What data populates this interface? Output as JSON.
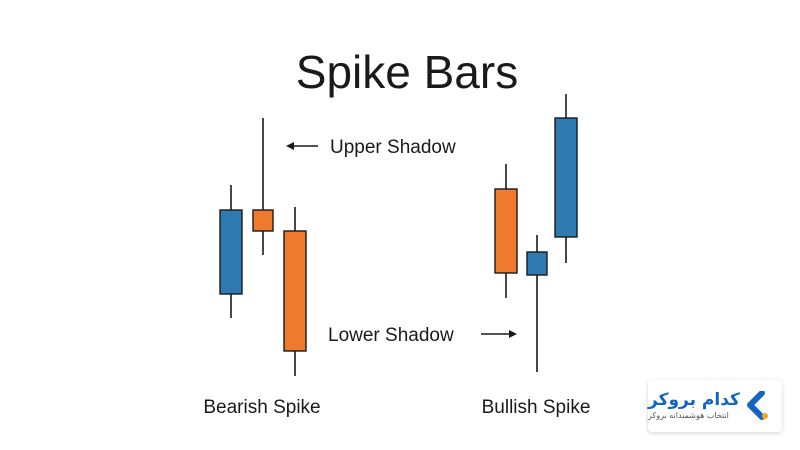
{
  "title": "Spike Bars",
  "labels": {
    "upper_shadow": "Upper Shadow",
    "lower_shadow": "Lower Shadow",
    "bearish_spike": "Bearish Spike",
    "bullish_spike": "Bullish Spike"
  },
  "colors": {
    "bull": "#2f7ab0",
    "bear": "#ef7a2e",
    "outline": "#1a1a1a",
    "text": "#1a1a1a",
    "brand": "#1565c0",
    "brand_accent": "#f5a623"
  },
  "groups": [
    {
      "name": "bearish-spike",
      "candles": [
        {
          "type": "bullish",
          "open": 294,
          "close": 210,
          "high": 185,
          "low": 318
        },
        {
          "type": "bearish",
          "open": 210,
          "close": 231,
          "high": 118,
          "low": 255
        },
        {
          "type": "bearish",
          "open": 231,
          "close": 351,
          "high": 207,
          "low": 376
        }
      ]
    },
    {
      "name": "bullish-spike",
      "candles": [
        {
          "type": "bearish",
          "open": 189,
          "close": 273,
          "high": 164,
          "low": 298
        },
        {
          "type": "bullish",
          "open": 275,
          "close": 252,
          "high": 235,
          "low": 372
        },
        {
          "type": "bullish",
          "open": 237,
          "close": 118,
          "high": 94,
          "low": 263
        }
      ]
    }
  ],
  "logo": {
    "name": "کدام بروکر",
    "tagline": "انتخاب هوشمندانه بروکر",
    "mark": "chevron-logo-icon"
  }
}
